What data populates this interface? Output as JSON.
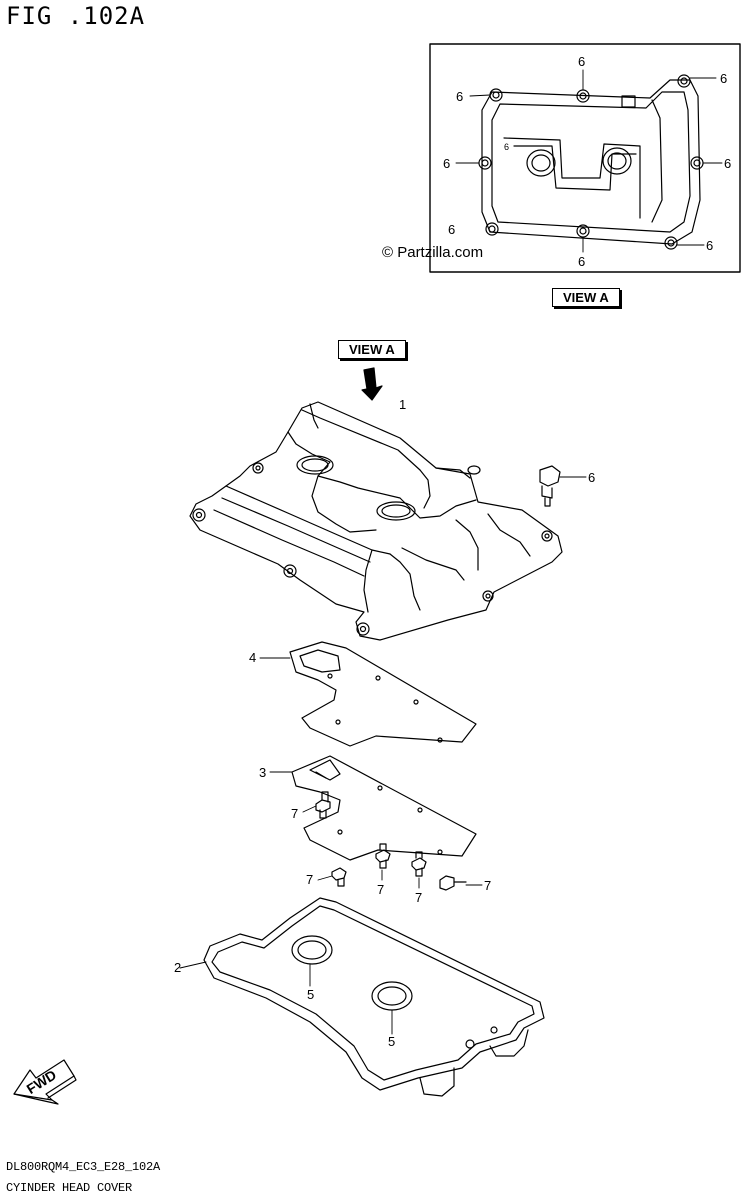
{
  "figure": {
    "title": "FIG .102A",
    "footer_code": "DL800RQM4_EC3_E28_102A",
    "footer_name": "CYINDER HEAD COVER",
    "copyright": "© Partzilla.com"
  },
  "views": {
    "inset_label": "VIEW A",
    "arrow_label": "VIEW A"
  },
  "fwd_label": "FWD",
  "callouts": {
    "part_1": "1",
    "part_2": "2",
    "part_3": "3",
    "part_4": "4",
    "part_5a": "5",
    "part_5b": "5",
    "part_6": "6",
    "part_7a": "7",
    "part_7b": "7",
    "part_7c": "7",
    "part_7d": "7",
    "part_7e": "7",
    "inset_6a": "6",
    "inset_6b": "6",
    "inset_6c": "6",
    "inset_6d": "6",
    "inset_6e": "6",
    "inset_6f": "6",
    "inset_6g": "6",
    "inset_6h": "6",
    "inset_6i": "6"
  }
}
